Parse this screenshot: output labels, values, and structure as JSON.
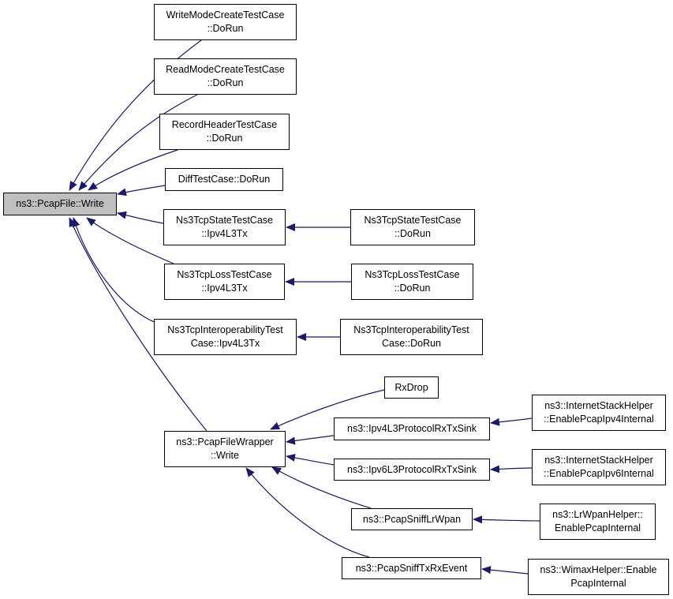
{
  "root": {
    "id": "root",
    "lines": [
      "ns3::PcapFile::Write"
    ]
  },
  "nodes": [
    {
      "id": "wm",
      "lines": [
        "WriteModeCreateTestCase",
        "::DoRun"
      ]
    },
    {
      "id": "rm",
      "lines": [
        "ReadModeCreateTestCase",
        "::DoRun"
      ]
    },
    {
      "id": "rh",
      "lines": [
        "RecordHeaderTestCase",
        "::DoRun"
      ]
    },
    {
      "id": "diff",
      "lines": [
        "DiffTestCase::DoRun"
      ]
    },
    {
      "id": "state",
      "lines": [
        "Ns3TcpStateTestCase",
        "::Ipv4L3Tx"
      ]
    },
    {
      "id": "state_run",
      "lines": [
        "Ns3TcpStateTestCase",
        "::DoRun"
      ]
    },
    {
      "id": "loss",
      "lines": [
        "Ns3TcpLossTestCase",
        "::Ipv4L3Tx"
      ]
    },
    {
      "id": "loss_run",
      "lines": [
        "Ns3TcpLossTestCase",
        "::DoRun"
      ]
    },
    {
      "id": "interop",
      "lines": [
        "Ns3TcpInteroperabilityTest",
        "Case::Ipv4L3Tx"
      ]
    },
    {
      "id": "interop_run",
      "lines": [
        "Ns3TcpInteroperabilityTest",
        "Case::DoRun"
      ]
    },
    {
      "id": "wrapper",
      "lines": [
        "ns3::PcapFileWrapper",
        "::Write"
      ]
    },
    {
      "id": "rxdrop",
      "lines": [
        "RxDrop"
      ]
    },
    {
      "id": "ipv4sink",
      "lines": [
        "ns3::Ipv4L3ProtocolRxTxSink"
      ]
    },
    {
      "id": "ipv6sink",
      "lines": [
        "ns3::Ipv6L3ProtocolRxTxSink"
      ]
    },
    {
      "id": "lrwpan",
      "lines": [
        "ns3::PcapSniffLrWpan"
      ]
    },
    {
      "id": "txrx",
      "lines": [
        "ns3::PcapSniffTxRxEvent"
      ]
    },
    {
      "id": "inet4",
      "lines": [
        "ns3::InternetStackHelper",
        "::EnablePcapIpv4Internal"
      ]
    },
    {
      "id": "inet6",
      "lines": [
        "ns3::InternetStackHelper",
        "::EnablePcapIpv6Internal"
      ]
    },
    {
      "id": "lrhelper",
      "lines": [
        "ns3::LrWpanHelper::",
        "EnablePcapInternal"
      ]
    },
    {
      "id": "wimax",
      "lines": [
        "ns3::WimaxHelper::Enable",
        "PcapInternal"
      ]
    }
  ],
  "edges": [
    [
      "wm",
      "root"
    ],
    [
      "rm",
      "root"
    ],
    [
      "rh",
      "root"
    ],
    [
      "diff",
      "root"
    ],
    [
      "state",
      "root"
    ],
    [
      "loss",
      "root"
    ],
    [
      "interop",
      "root"
    ],
    [
      "wrapper",
      "root"
    ],
    [
      "state_run",
      "state"
    ],
    [
      "loss_run",
      "loss"
    ],
    [
      "interop_run",
      "interop"
    ],
    [
      "rxdrop",
      "wrapper"
    ],
    [
      "ipv4sink",
      "wrapper"
    ],
    [
      "ipv6sink",
      "wrapper"
    ],
    [
      "lrwpan",
      "wrapper"
    ],
    [
      "txrx",
      "wrapper"
    ],
    [
      "inet4",
      "ipv4sink"
    ],
    [
      "inet6",
      "ipv6sink"
    ],
    [
      "lrhelper",
      "lrwpan"
    ],
    [
      "wimax",
      "txrx"
    ]
  ],
  "colors": {
    "edge": "#191970",
    "root_fill": "#bfbfbf",
    "node_fill": "#ffffff",
    "border": "#000000"
  }
}
